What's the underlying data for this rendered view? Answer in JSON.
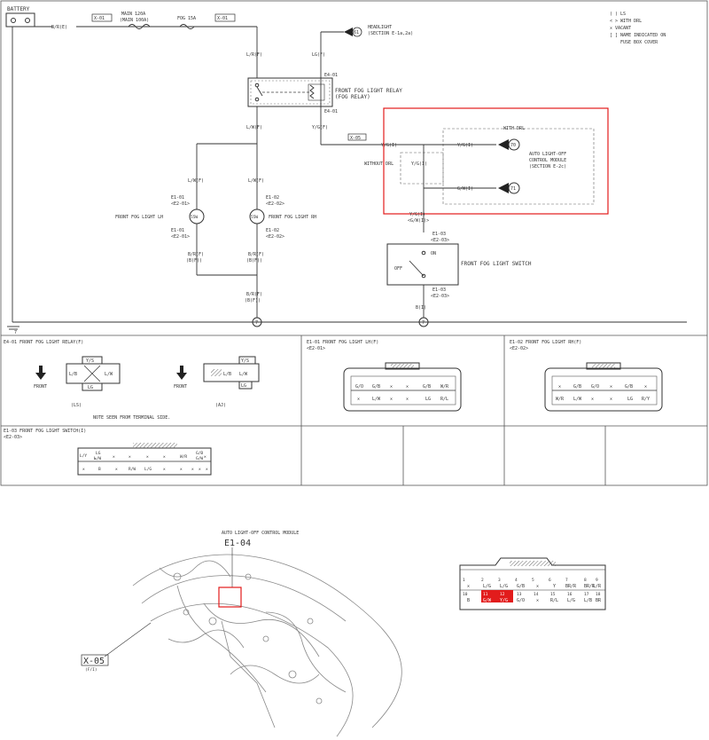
{
  "schematic": {
    "battery": "BATTERY",
    "batt_wire": "B/R(E)",
    "conn_x01": "X-01",
    "conn_x01b": "X-01",
    "fuse_main": "MAIN 120A",
    "fuse_main2": "(MAIN 100A)",
    "fuse_fog": "FOG 15A",
    "wire_l_r": "L/R(F)",
    "wire_lg": "LG(F)",
    "headlight": "HEADLIGHT",
    "headlight_sec": "(SECTION E-1a,2a)",
    "headlight_num": "61",
    "relay_label": "FRONT FOG LIGHT RELAY",
    "relay_label2": "(FOG RELAY)",
    "conn_e401": "E4-01",
    "conn_e401b": "E4-01",
    "wire_l_w": "L/W(F)",
    "wire_y_g": "Y/G(F)",
    "conn_x05": "X-05",
    "wire_y_g1": "Y/G(I)",
    "wire_y_g2": "Y/G(I)",
    "with_drl": "WITH DRL",
    "without_drl": "WITHOUT DRL",
    "wire_y_g3": "Y/G(I)",
    "wire_g_w1": "G/W(I)",
    "auto_light": "AUTO LIGHT-OFF",
    "auto_light2": "CONTROL MODULE",
    "auto_light3": "(SECTION E-2c)",
    "num_70": "70",
    "num_71": "71",
    "wire_lw_lh": "L/W(F)",
    "wire_lw_rh": "L/W(F)",
    "e101": "E1-01",
    "e201": "<E2-01>",
    "e102": "E1-02",
    "e202": "<E2-02>",
    "fog_lh": "FRONT FOG LIGHT LH",
    "fog_rh": "FRONT FOG LIGHT RH",
    "bulb": "55W",
    "e101b": "E1-01",
    "e201b": "<E2-01>",
    "e102b": "E1-02",
    "e202b": "<E2-02>",
    "wire_br_lh": "B/R(F)",
    "wire_br_lh2": "(B(F))",
    "wire_br_rh": "B/R(F)",
    "wire_br_rh2": "(B(F))",
    "wire_br_gnd": "B/R(F)",
    "wire_br_gnd2": "(B(F))",
    "wire_yg_sw": "Y/G(I)",
    "wire_gw_sw": "<G/W(I)>",
    "e103": "E1-03",
    "e203": "<E2-03>",
    "on": "ON",
    "off": "OFF",
    "fog_switch": "FRONT FOG LIGHT SWITCH",
    "e103b": "E1-03",
    "e203b": "<E2-03>",
    "wire_b": "B(I)",
    "gnd_num": "7",
    "gnd_num2": "7",
    "gnd_num3": "7"
  },
  "legend": {
    "l1": "( ) LS",
    "l2": "< > WITH DRL",
    "l3": "✕  VACANT",
    "l4": "[ ] NAME INDICATED ON",
    "l5": "FUSE BOX COVER"
  },
  "connectors": {
    "relay_title": "E4-01 FRONT FOG LIGHT RELAY(F)",
    "front": "FRONT",
    "front2": "FRONT",
    "ls": "(LS)",
    "aj": "(AJ)",
    "note": "NOTE SEEN FROM TERMINAL SIDE.",
    "relay_pins_ls": [
      "Y/S",
      "L/B",
      "L/W",
      "LG"
    ],
    "relay_pins_aj": [
      "Y/S",
      "L/B",
      "L/W",
      "LG"
    ],
    "lh_title": "E1-01 FRONT FOG LIGHT LH(F)",
    "lh_sub": "<E2-01>",
    "lh_top": [
      "G/O",
      "G/B",
      "✕",
      "✕",
      "G/B",
      "W/R"
    ],
    "lh_bot": [
      "✕",
      "L/W",
      "✕",
      "✕",
      "LG",
      "R/L"
    ],
    "rh_title": "E1-02 FRONT FOG LIGHT RH(F)",
    "rh_sub": "<E2-02>",
    "rh_top": [
      "✕",
      "G/B",
      "G/O",
      "✕",
      "G/B",
      "✕"
    ],
    "rh_bot": [
      "W/R",
      "L/W",
      "✕",
      "✕",
      "LG",
      "R/Y"
    ],
    "sw_title": "E1-03 FRONT FOG LIGHT SWITCH(I)",
    "sw_sub": "<E2-03>",
    "sw_top": [
      "L/Y",
      "LG",
      "✕",
      "✕",
      "✕",
      "✕",
      "✕",
      "W/R",
      "G/B",
      "✕"
    ],
    "sw_top2": [
      "",
      "L/W",
      "",
      "",
      "",
      "",
      "",
      "",
      "G/W",
      ""
    ],
    "sw_bot": [
      "✕",
      "B",
      "✕",
      "R/W",
      "L/G",
      "✕",
      "✕",
      "✕",
      "✕",
      "✕"
    ]
  },
  "location": {
    "module_label": "AUTO LIGHT-OFF CONTROL MODULE",
    "e104": "E1-04",
    "x05": "X-05",
    "x05_sub": "(F/I)"
  },
  "module_conn": {
    "top_nums": [
      "1",
      "2",
      "3",
      "4",
      "5",
      "6",
      "7",
      "8",
      "9"
    ],
    "top": [
      "✕",
      "L/G",
      "L/G",
      "G/B",
      "✕",
      "Y",
      "BR/R",
      "BR/R",
      "L/R"
    ],
    "bot_nums": [
      "10",
      "11",
      "12",
      "13",
      "14",
      "15",
      "16",
      "17",
      "18"
    ],
    "bot": [
      "B",
      "G/W",
      "Y/G",
      "G/O",
      "✕",
      "R/L",
      "L/G",
      "L/B",
      "BR"
    ]
  },
  "colors": {
    "highlight": "#e21c1c",
    "line": "#333333"
  }
}
